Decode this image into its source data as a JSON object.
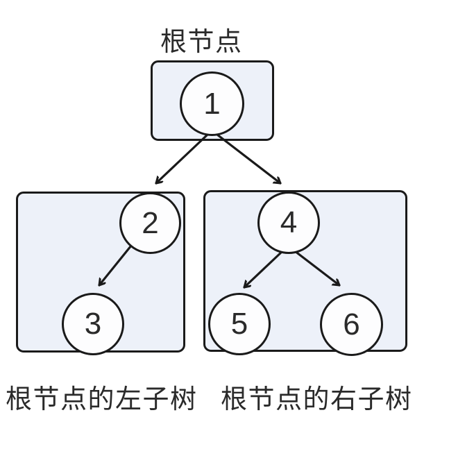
{
  "labels": {
    "root": "根节点",
    "left_subtree": "根节点的左子树",
    "right_subtree": "根节点的右子树"
  },
  "nodes": [
    {
      "id": "1",
      "value": "1"
    },
    {
      "id": "2",
      "value": "2"
    },
    {
      "id": "3",
      "value": "3"
    },
    {
      "id": "4",
      "value": "4"
    },
    {
      "id": "5",
      "value": "5"
    },
    {
      "id": "6",
      "value": "6"
    }
  ],
  "edges": [
    {
      "from": "1",
      "to": "2"
    },
    {
      "from": "1",
      "to": "4"
    },
    {
      "from": "2",
      "to": "3"
    },
    {
      "from": "4",
      "to": "5"
    },
    {
      "from": "4",
      "to": "6"
    }
  ],
  "groups": [
    {
      "name": "root-box",
      "contains": [
        "1"
      ]
    },
    {
      "name": "left-subtree-box",
      "contains": [
        "2",
        "3"
      ]
    },
    {
      "name": "right-subtree-box",
      "contains": [
        "4",
        "5",
        "6"
      ]
    }
  ],
  "colors": {
    "background": "#ffffff",
    "box_fill": "#edf1f9",
    "node_fill": "#fdfdfe",
    "stroke": "#1a1a1a",
    "text": "#2a2a2a"
  }
}
